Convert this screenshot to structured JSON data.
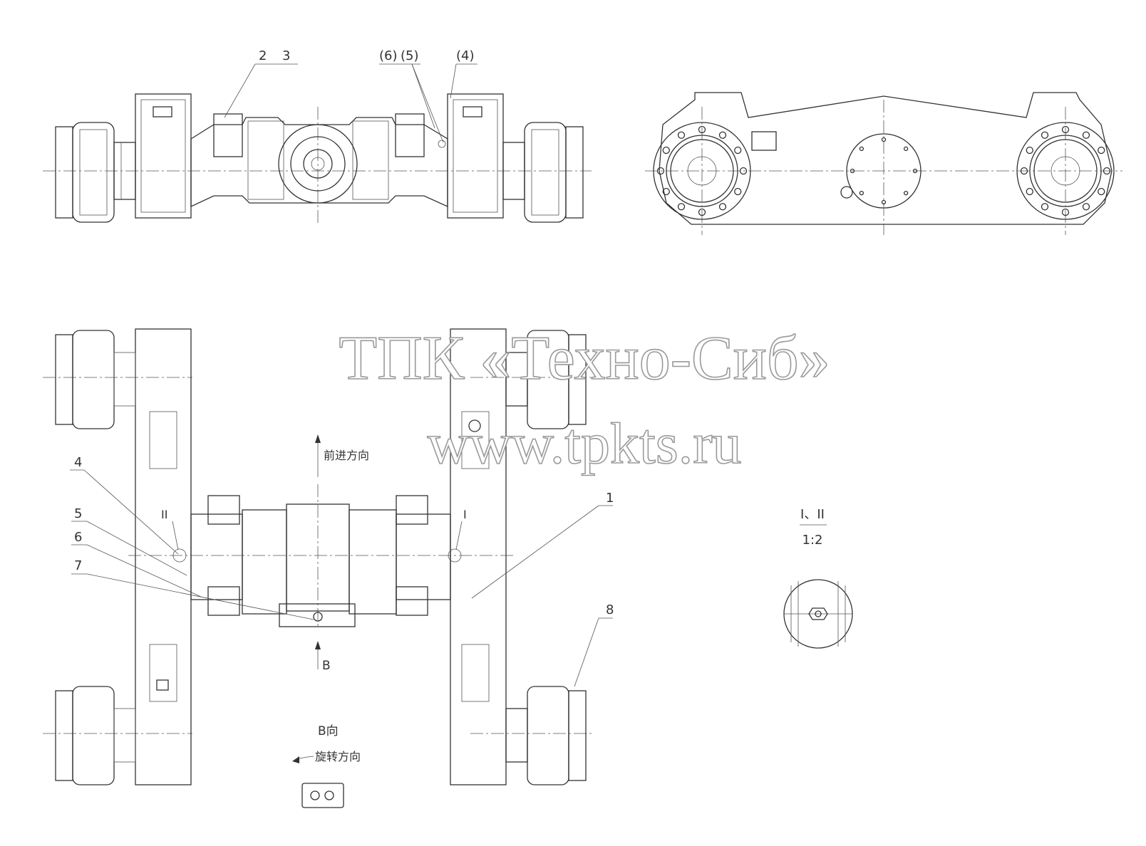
{
  "callouts_top": {
    "c1": "2",
    "c2": "3",
    "c3": "(6)",
    "c4": "(5)",
    "c5": "(4)"
  },
  "callouts_plan": {
    "c1": "4",
    "c2": "5",
    "c3": "6",
    "c4": "7",
    "c5": "II",
    "c6": "I",
    "c7": "1",
    "c8": "8"
  },
  "labels": {
    "forward_direction": "前进方向",
    "view_b_arrow": "B",
    "view_b_title": "B向",
    "rotation_direction": "旋转方向",
    "detail_title": "I、II",
    "detail_scale": "1:2"
  },
  "watermark": {
    "line1": "ТПК «Техно-Сиб»",
    "line2": "www.tpkts.ru"
  }
}
